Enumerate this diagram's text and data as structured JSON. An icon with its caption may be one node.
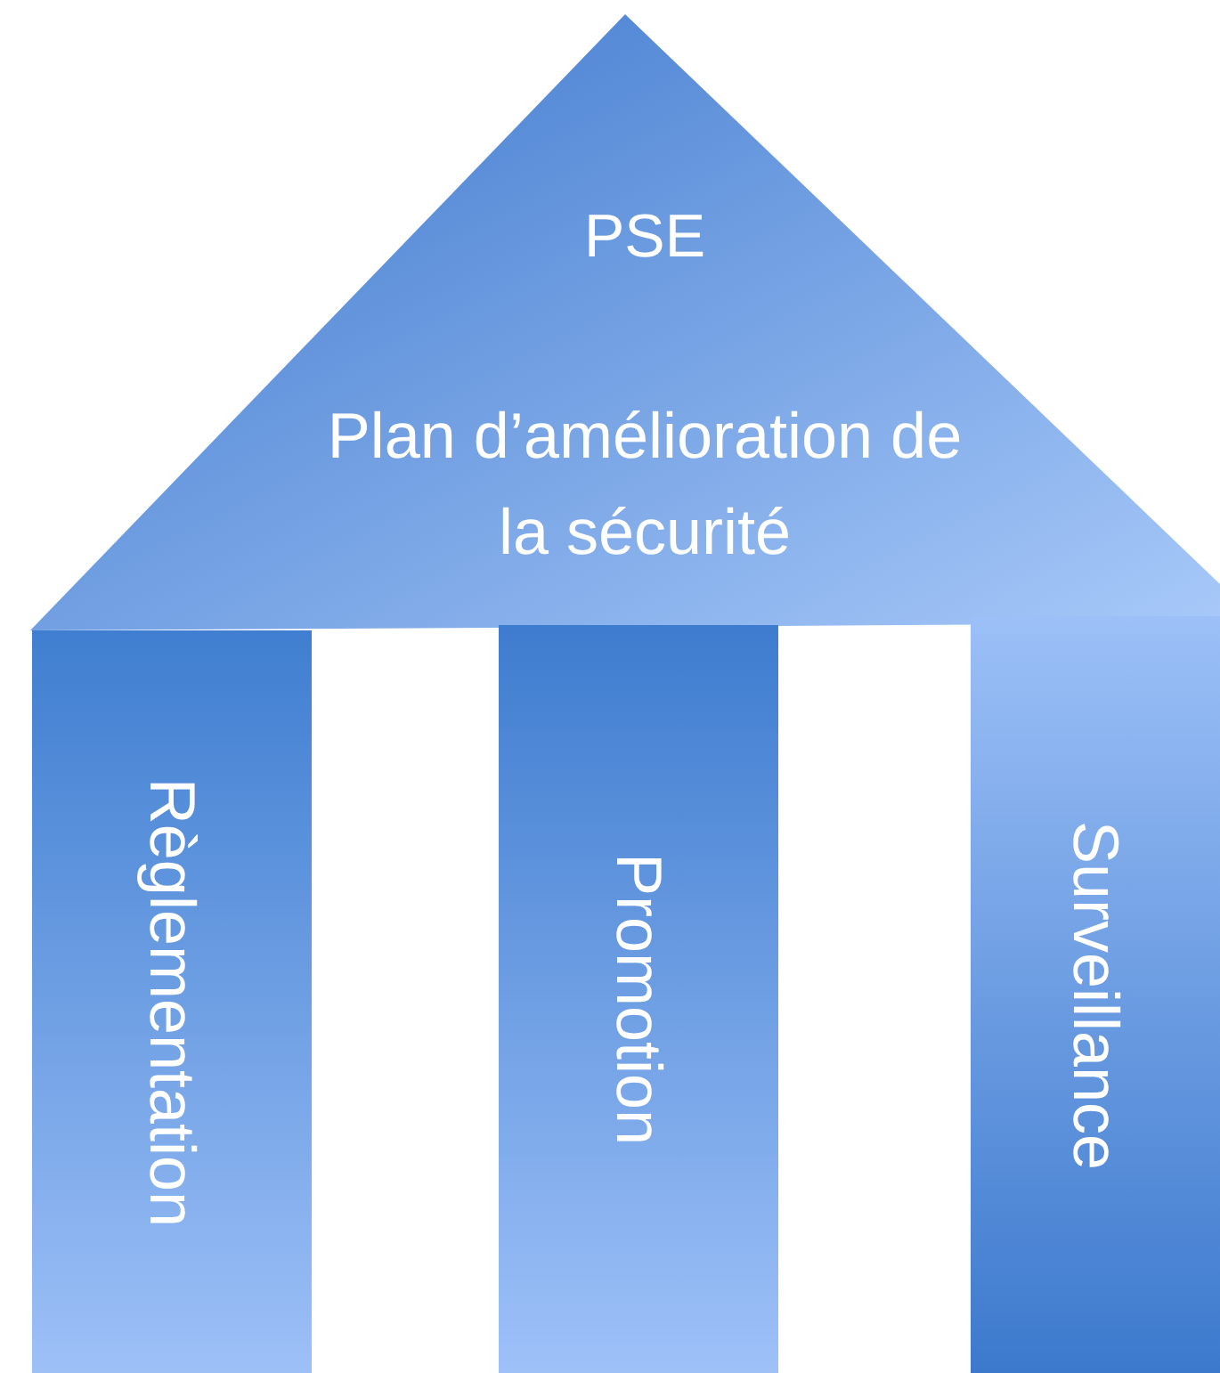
{
  "diagram": {
    "nodes": [
      {
        "text": [
          "PSE",
          "Plan d’amélioration de la sécurité"
        ]
      },
      {
        "text": [
          "Règlementation"
        ]
      },
      {
        "text": [
          "Promotion"
        ]
      },
      {
        "text": [
          "Surveillance"
        ]
      }
    ]
  }
}
